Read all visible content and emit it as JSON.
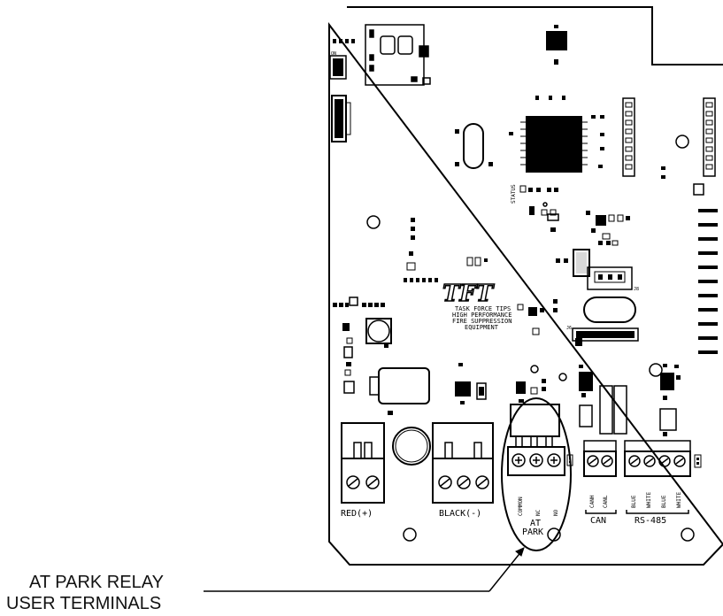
{
  "callout": {
    "line1": "AT PARK RELAY",
    "line2": "USER TERMINALS"
  },
  "logo": {
    "mark": "TFT",
    "line1": "TASK FORCE TIPS",
    "line2": "HIGH PERFORMANCE",
    "line3": "FIRE SUPPRESSION",
    "line4": "EQUIPMENT"
  },
  "labels": {
    "status": "STATUS",
    "j6": "J6",
    "j8": "J8",
    "red": "RED(+)",
    "black": "BLACK(-)",
    "common": "COMMON",
    "nc": "NC",
    "no": "NO",
    "at": "AT",
    "park": "PARK",
    "canh": "CANH",
    "canl": "CANL",
    "can": "CAN",
    "blue1": "BLUE",
    "white1": "WHITE",
    "blue2": "BLUE",
    "white2": "WHITE",
    "rs485": "RS-485",
    "on": "ON"
  },
  "colors": {
    "ink": "#000000",
    "paper": "#ffffff",
    "shade": "#d9d9d9"
  }
}
